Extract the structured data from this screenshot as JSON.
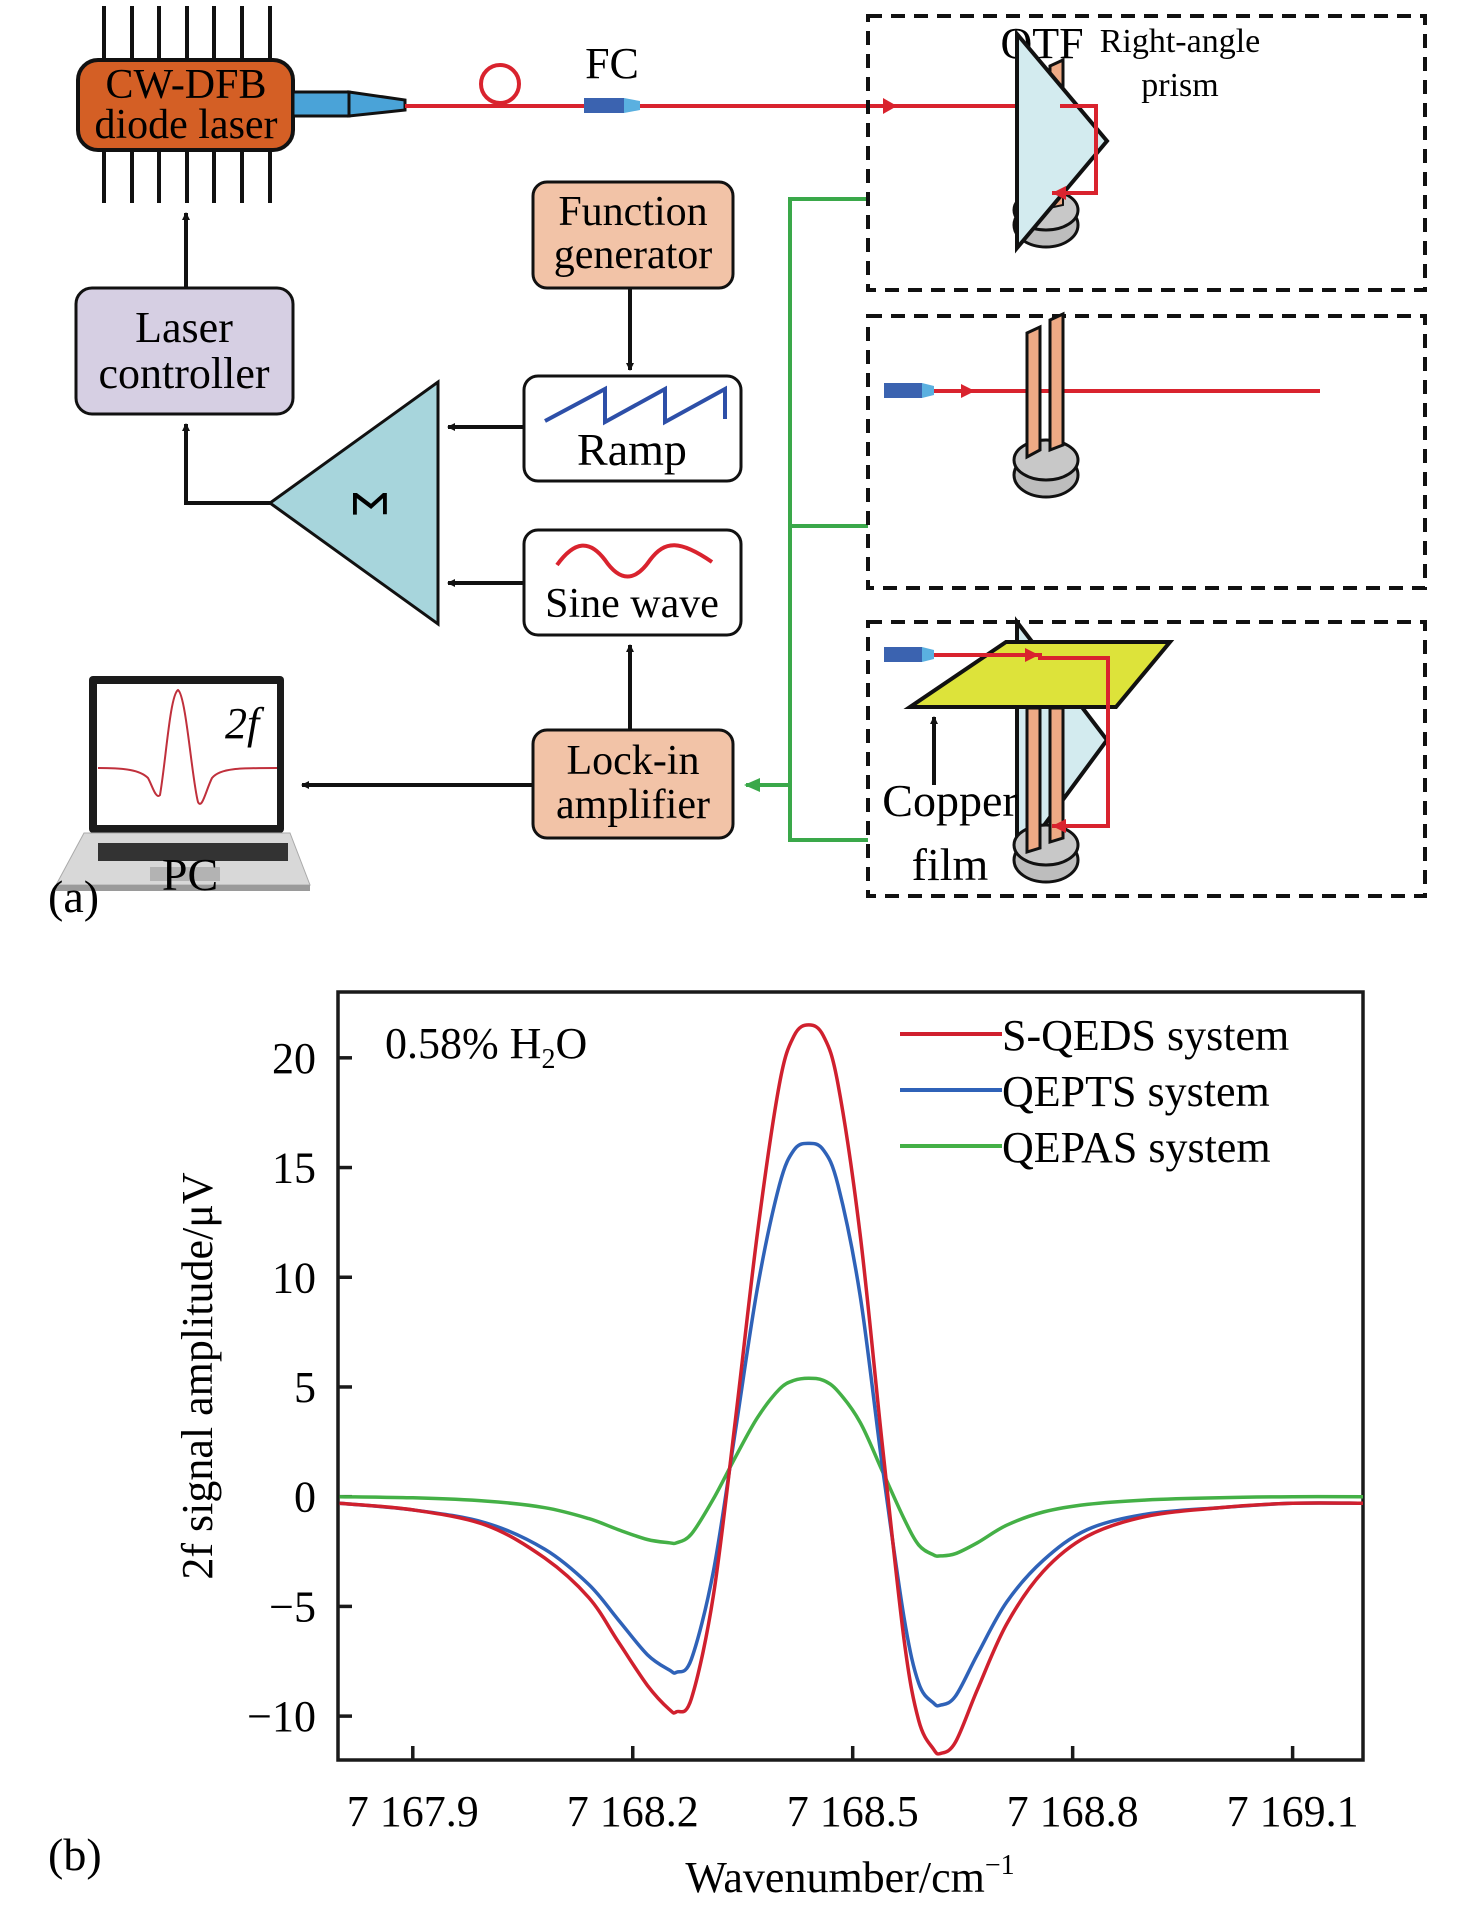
{
  "panel_a": {
    "label": "(a)",
    "laser": {
      "line1": "CW-DFB",
      "line2": "diode laser"
    },
    "fc_label": "FC",
    "laser_controller": {
      "line1": "Laser",
      "line2": "controller"
    },
    "function_generator": {
      "line1": "Function",
      "line2": "generator"
    },
    "ramp_label": "Ramp",
    "sine_label": "Sine wave",
    "summer_symbol": "Σ",
    "lockin": {
      "line1": "Lock-in",
      "line2": "amplifier"
    },
    "pc_label": "PC",
    "pc_screen_label": "2f",
    "qtf_label": "QTF",
    "prism_label": {
      "line1": "Right-angle",
      "line2": "prism"
    },
    "copper_label": {
      "line1": "Copper",
      "line2": "film"
    },
    "colors": {
      "laser_body": "#d45f25",
      "laser_blue": "#4aa3d8",
      "beam_red": "#d9232e",
      "signal_green": "#3aa84a",
      "controller_fill": "#d6cfe3",
      "peach_fill": "#f2c3a7",
      "summer_fill": "#a7d5dc",
      "prism_fill": "#d3ebef",
      "copper_fill": "#dde33a",
      "qtf_fill": "#eeaa85",
      "base_fill": "#bdbdbd",
      "ramp_blue": "#2d4fa8"
    }
  },
  "panel_b": {
    "label": "(b)",
    "annotation": {
      "prefix": "0.58% H",
      "sub": "2",
      "suffix": "O"
    }
  },
  "chart_data": {
    "type": "line",
    "title": "",
    "xlabel": "Wavenumber/cm⁻¹",
    "ylabel": "2f signal amplitude/μV",
    "xlim": [
      7167.798,
      7169.196
    ],
    "ylim": [
      -12.0,
      23.0
    ],
    "x_ticks": [
      7167.9,
      7168.2,
      7168.5,
      7168.8,
      7169.1
    ],
    "x_tick_labels": [
      "7 167.9",
      "7 168.2",
      "7 168.5",
      "7 168.8",
      "7 169.1"
    ],
    "y_ticks": [
      -10,
      -5,
      0,
      5,
      10,
      15,
      20
    ],
    "y_tick_labels": [
      "−10",
      "−5",
      "0",
      "5",
      "10",
      "15",
      "20"
    ],
    "grid": false,
    "legend_position": "top-right",
    "annotation": "0.58% H2O",
    "series": [
      {
        "name": "S-QEDS system",
        "color": "#d0202e",
        "x": [
          7167.8,
          7167.9,
          7168.0,
          7168.08,
          7168.14,
          7168.18,
          7168.22,
          7168.25,
          7168.26,
          7168.28,
          7168.31,
          7168.34,
          7168.37,
          7168.4,
          7168.42,
          7168.44,
          7168.46,
          7168.48,
          7168.51,
          7168.54,
          7168.57,
          7168.59,
          7168.61,
          7168.62,
          7168.64,
          7168.67,
          7168.71,
          7168.76,
          7168.82,
          7168.9,
          7169.0,
          7169.1,
          7169.196
        ],
        "y": [
          -0.3,
          -0.6,
          -1.3,
          -2.8,
          -4.6,
          -6.6,
          -8.6,
          -9.7,
          -9.8,
          -9.2,
          -4.5,
          3.5,
          12.0,
          18.8,
          21.0,
          21.5,
          21.0,
          18.8,
          12.0,
          2.5,
          -6.5,
          -10.2,
          -11.5,
          -11.7,
          -11.2,
          -8.8,
          -5.8,
          -3.4,
          -1.8,
          -0.9,
          -0.5,
          -0.3,
          -0.3
        ]
      },
      {
        "name": "QEPTS system",
        "color": "#2f62b8",
        "x": [
          7167.8,
          7167.9,
          7168.0,
          7168.08,
          7168.14,
          7168.18,
          7168.22,
          7168.25,
          7168.26,
          7168.28,
          7168.31,
          7168.34,
          7168.37,
          7168.4,
          7168.42,
          7168.44,
          7168.46,
          7168.48,
          7168.51,
          7168.54,
          7168.57,
          7168.59,
          7168.61,
          7168.62,
          7168.64,
          7168.67,
          7168.71,
          7168.76,
          7168.82,
          7168.9,
          7169.0,
          7169.1,
          7169.196
        ],
        "y": [
          -0.3,
          -0.6,
          -1.2,
          -2.4,
          -4.0,
          -5.6,
          -7.2,
          -7.9,
          -8.0,
          -7.4,
          -3.4,
          3.0,
          9.5,
          14.2,
          15.8,
          16.1,
          15.8,
          14.2,
          9.2,
          1.5,
          -5.5,
          -8.5,
          -9.4,
          -9.5,
          -9.1,
          -7.2,
          -4.8,
          -2.9,
          -1.5,
          -0.8,
          -0.5,
          -0.3,
          -0.3
        ]
      },
      {
        "name": "QEPAS system",
        "color": "#44b046",
        "x": [
          7167.8,
          7167.9,
          7168.0,
          7168.08,
          7168.14,
          7168.18,
          7168.22,
          7168.25,
          7168.26,
          7168.28,
          7168.31,
          7168.34,
          7168.37,
          7168.4,
          7168.42,
          7168.44,
          7168.46,
          7168.48,
          7168.51,
          7168.54,
          7168.57,
          7168.59,
          7168.61,
          7168.62,
          7168.64,
          7168.67,
          7168.71,
          7168.76,
          7168.82,
          7168.9,
          7169.0,
          7169.1,
          7169.196
        ],
        "y": [
          0.0,
          -0.05,
          -0.2,
          -0.5,
          -1.0,
          -1.5,
          -1.95,
          -2.1,
          -2.1,
          -1.7,
          -0.1,
          1.8,
          3.6,
          4.9,
          5.3,
          5.4,
          5.3,
          4.8,
          3.4,
          1.2,
          -1.0,
          -2.2,
          -2.65,
          -2.7,
          -2.6,
          -2.1,
          -1.3,
          -0.7,
          -0.35,
          -0.15,
          -0.05,
          0.0,
          0.0
        ]
      }
    ]
  }
}
